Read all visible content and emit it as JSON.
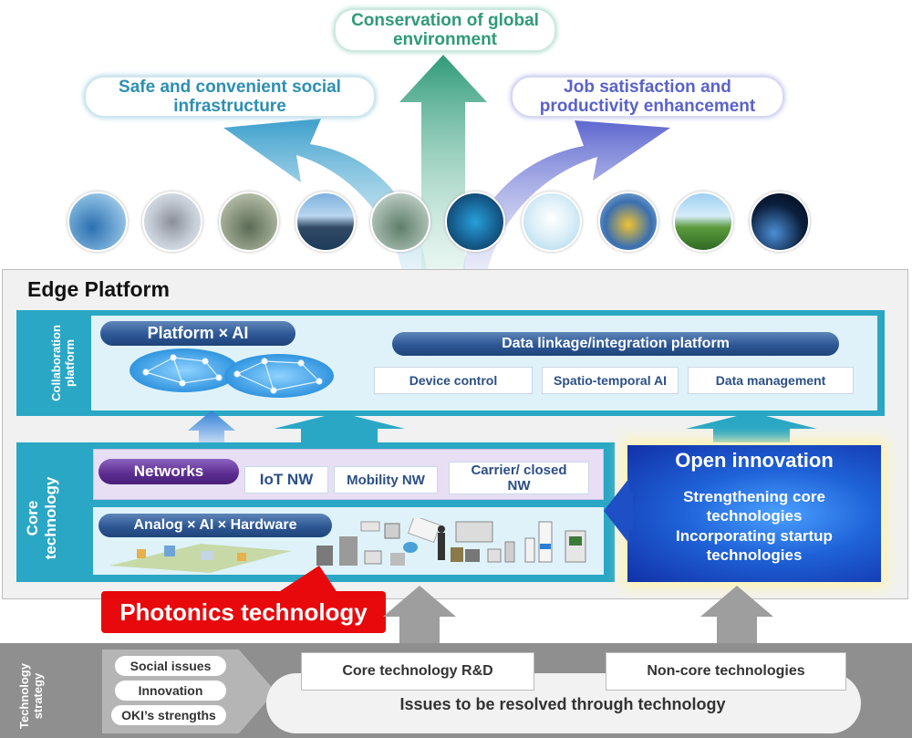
{
  "goals": {
    "left": "Safe and convenient social infrastructure",
    "middle": "Conservation of global environment",
    "right": "Job satisfaction and productivity enhancement"
  },
  "edge_platform": {
    "title": "Edge Platform",
    "collaboration_label": "Collaboration platform",
    "platform_ai": "Platform × AI",
    "data_linkage": "Data linkage/integration platform",
    "boxes": [
      "Device control",
      "Spatio-temporal AI",
      "Data management"
    ]
  },
  "core": {
    "label": "Core technology",
    "networks": "Networks",
    "nw_boxes": [
      "IoT NW",
      "Mobility NW",
      "Carrier/ closed NW"
    ],
    "analog": "Analog × AI × Hardware"
  },
  "open_innovation": {
    "title": "Open innovation",
    "lines": [
      "Strengthening core technologies",
      "Incorporating startup technologies"
    ]
  },
  "photonics": "Photonics technology",
  "strategy": {
    "label": "Technology strategy",
    "pills": [
      "Social issues",
      "Innovation",
      "OKI’s strengths"
    ],
    "rd_box": "Core technology R&D",
    "noncore_box": "Non-core technologies",
    "issues": "Issues to be resolved through technology"
  },
  "colors": {
    "teal": "#2aa7c4",
    "red": "#e8090c",
    "goal_green": "#2f9a78",
    "goal_blue": "#2c8fb4",
    "goal_purple": "#5a62c9"
  }
}
